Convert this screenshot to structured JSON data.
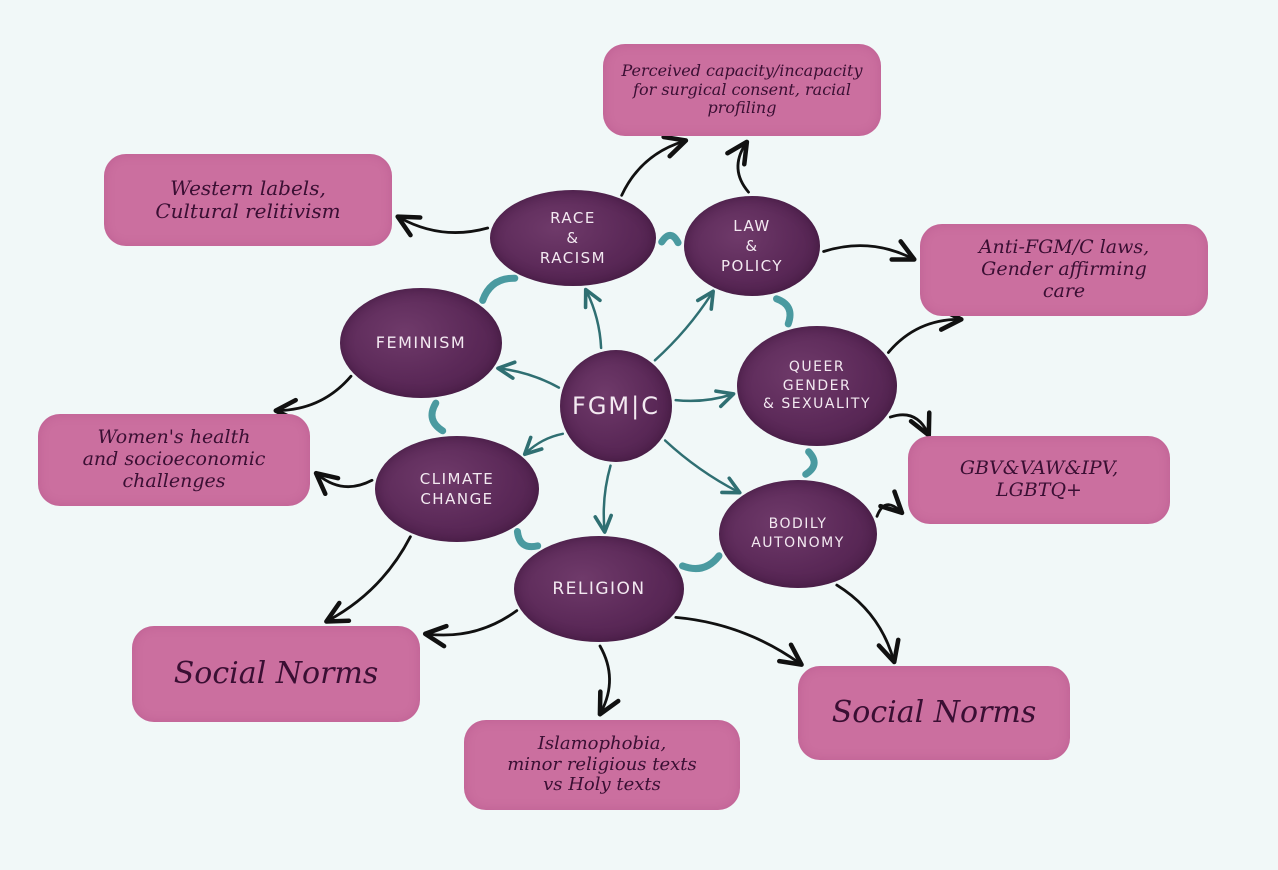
{
  "diagram": {
    "title": "FGM/C intersections",
    "colors": {
      "background": "#f1f8f8",
      "node_fill": "#5a2857",
      "node_text": "#f3e9f1",
      "box_fill": "#cb6f9f",
      "box_text": "#3a0f33",
      "inner_arrow": "#2f6f72",
      "ring_connector": "#4a9aa0",
      "outer_arrow": "#111111"
    },
    "center": {
      "id": "fgmc",
      "label": "FGM|C"
    },
    "themes": [
      {
        "id": "race",
        "label": "Race\n&\nRacism"
      },
      {
        "id": "law",
        "label": "Law\n&\nPolicy"
      },
      {
        "id": "queer",
        "label": "Queer\nGender\n& Sexuality"
      },
      {
        "id": "bodily",
        "label": "Bodily\nAutonomy"
      },
      {
        "id": "religion",
        "label": "Religion"
      },
      {
        "id": "climate",
        "label": "Climate\nChange"
      },
      {
        "id": "feminism",
        "label": "Feminism"
      }
    ],
    "outcomes": [
      {
        "id": "perceived",
        "text": "Perceived capacity/incapacity\nfor surgical consent, racial\nprofiling"
      },
      {
        "id": "western",
        "text": "Western labels,\nCultural relitivism"
      },
      {
        "id": "antifgm",
        "text": "Anti-FGM/C laws,\nGender affirming\ncare"
      },
      {
        "id": "womens",
        "text": "Women's health\nand socioeconomic\nchallenges"
      },
      {
        "id": "gbv",
        "text": "GBV&VAW&IPV,\nLGBTQ+"
      },
      {
        "id": "social1",
        "text": "Social Norms"
      },
      {
        "id": "islamophobia",
        "text": "Islamophobia,\nminor religious texts\nvs Holy texts"
      },
      {
        "id": "social2",
        "text": "Social Norms"
      }
    ],
    "center_links": [
      "race",
      "law",
      "queer",
      "bodily",
      "religion",
      "climate",
      "feminism"
    ],
    "ring_links": [
      [
        "race",
        "law"
      ],
      [
        "law",
        "queer"
      ],
      [
        "queer",
        "bodily"
      ],
      [
        "bodily",
        "religion"
      ],
      [
        "religion",
        "climate"
      ],
      [
        "climate",
        "feminism"
      ],
      [
        "feminism",
        "race"
      ]
    ],
    "outcome_links": [
      [
        "race",
        "perceived"
      ],
      [
        "race",
        "western"
      ],
      [
        "law",
        "perceived"
      ],
      [
        "law",
        "antifgm"
      ],
      [
        "queer",
        "antifgm"
      ],
      [
        "queer",
        "gbv"
      ],
      [
        "bodily",
        "gbv"
      ],
      [
        "bodily",
        "social2"
      ],
      [
        "religion",
        "social2"
      ],
      [
        "religion",
        "islamophobia"
      ],
      [
        "religion",
        "social1"
      ],
      [
        "climate",
        "social1"
      ],
      [
        "climate",
        "womens"
      ],
      [
        "feminism",
        "womens"
      ]
    ]
  }
}
